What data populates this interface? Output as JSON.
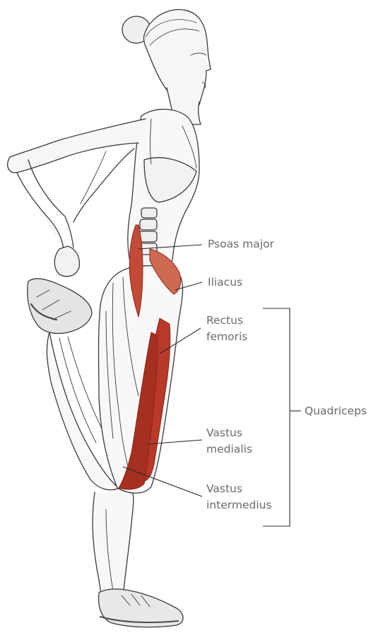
{
  "colors": {
    "muscle_red": "#b8392a",
    "muscle_red_dark": "#8e2418",
    "ink": "#3a3a3a",
    "label_text": "#6b6b6b",
    "leader_line": "#2b2b2b"
  },
  "labels": {
    "psoas_major": "Psoas major",
    "iliacus": "Iliacus",
    "rectus_femoris": [
      "Rectus",
      "femoris"
    ],
    "vastus_medialis": [
      "Vastus",
      "medialis"
    ],
    "vastus_intermedius": [
      "Vastus",
      "intermedius"
    ],
    "quadriceps": "Quadriceps"
  }
}
